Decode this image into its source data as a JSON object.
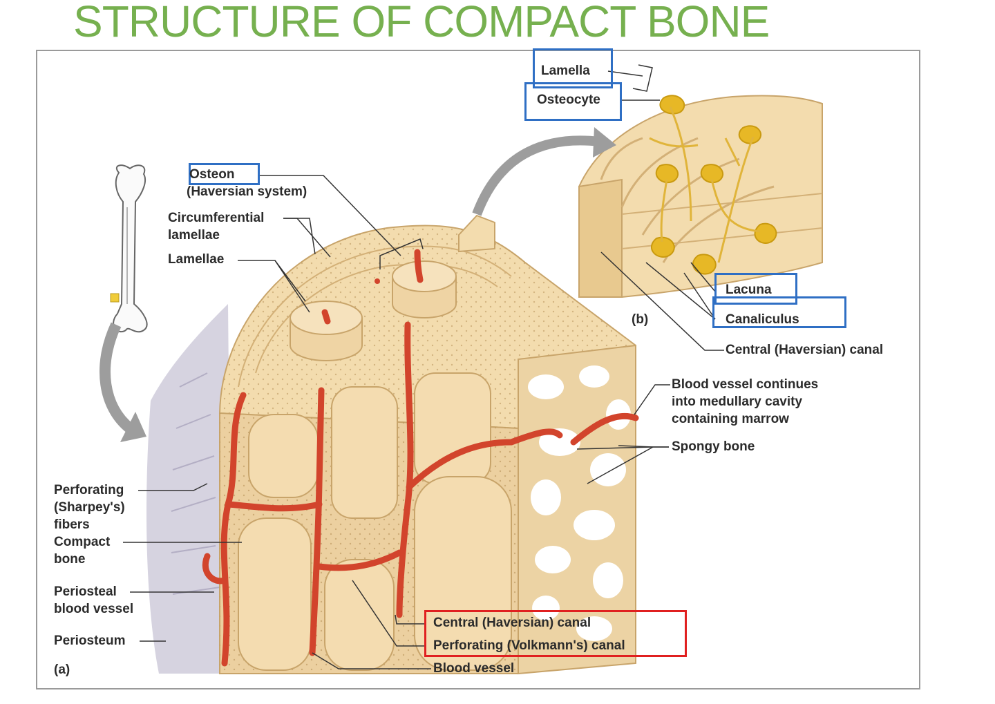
{
  "title": "STRUCTURE OF COMPACT BONE",
  "colors": {
    "title": "#76b04f",
    "bone": "#f3dcae",
    "bone_dark": "#d9b77a",
    "vessel": "#d2442c",
    "osteocyte": "#e7b826",
    "highlight_blue": "#2f6fc4",
    "highlight_red": "#e02020",
    "periosteum": "#c9c5d6"
  },
  "labels": {
    "lamella": "Lamella",
    "osteocyte": "Osteocyte",
    "osteon_1": "Osteon",
    "osteon_2": "(Haversian system)",
    "circumferential_1": "Circumferential",
    "circumferential_2": "lamellae",
    "lamellae": "Lamellae",
    "lacuna": "Lacuna",
    "canaliculus": "Canaliculus",
    "panel_b": "(b)",
    "central_canal_b": "Central (Haversian) canal",
    "blood_vessel_continues_1": "Blood vessel continues",
    "blood_vessel_continues_2": "into medullary cavity",
    "blood_vessel_continues_3": "containing marrow",
    "spongy_bone": "Spongy bone",
    "perforating_fibers_1": "Perforating",
    "perforating_fibers_2": "(Sharpey's)",
    "perforating_fibers_3": "fibers",
    "compact_bone_1": "Compact",
    "compact_bone_2": "bone",
    "periosteal_vessel_1": "Periosteal",
    "periosteal_vessel_2": "blood vessel",
    "periosteum": "Periosteum",
    "panel_a": "(a)",
    "central_canal_a": "Central (Haversian) canal",
    "perforating_canal": "Perforating (Volkmann's) canal",
    "blood_vessel": "Blood vessel"
  },
  "icons": [
    "long-bone-icon",
    "curved-arrow-icon"
  ]
}
